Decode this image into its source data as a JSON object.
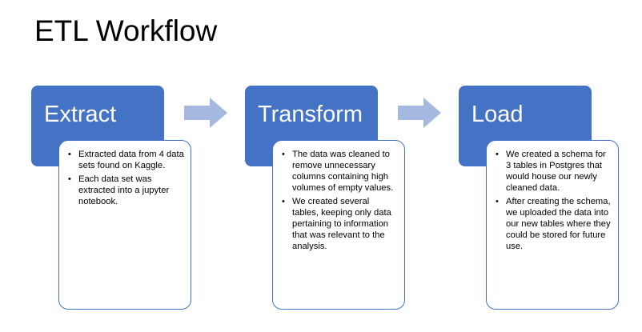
{
  "slide": {
    "title": "ETL Workflow"
  },
  "colors": {
    "stage_fill": "#4472c4",
    "arrow_fill": "#a5b8e0",
    "card_border": "#4472c4",
    "card_fill": "#ffffff",
    "header_text": "#ffffff"
  },
  "stages": [
    {
      "title": "Extract",
      "bullets": [
        "Extracted data from 4 data sets found on Kaggle.",
        "Each data set was extracted into a jupyter notebook."
      ]
    },
    {
      "title": "Transform",
      "bullets": [
        "The data was cleaned to remove unnecessary columns containing high volumes of empty values.",
        "We created several tables, keeping only data pertaining to information that was relevant to the analysis."
      ]
    },
    {
      "title": "Load",
      "bullets": [
        "We created a schema for 3 tables in Postgres that would house our newly cleaned data.",
        "After creating the schema, we uploaded the data into our new tables where they could be stored for future use."
      ]
    }
  ],
  "icons": {
    "arrow": "right-arrow-icon",
    "bullet": "bullet-dot-icon"
  }
}
